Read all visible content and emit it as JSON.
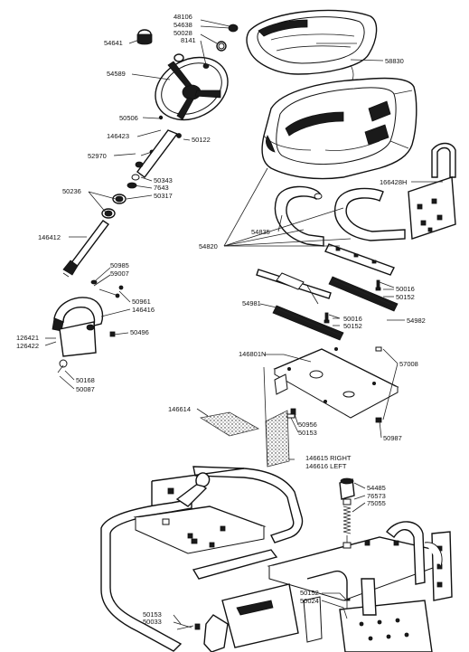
{
  "labels": {
    "p48106": "48106",
    "p54638": "54638",
    "p50028": "50028",
    "p8141": "8141",
    "p54641": "54641",
    "p58830": "58830",
    "p54589": "54589",
    "p50506": "50506",
    "p146423": "146423",
    "p50122": "50122",
    "p52970": "52970",
    "p50343": "50343",
    "p7643": "7643",
    "p50317": "50317",
    "p50236": "50236",
    "p166428H": "166428H",
    "p146412": "146412",
    "p54835": "54835",
    "p54820": "54820",
    "p50985": "50985",
    "p59007": "59007",
    "p50016a": "50016",
    "p50152a": "50152",
    "p50961": "50961",
    "p146416": "146416",
    "p54981": "54981",
    "p50016b": "50016",
    "p50152b": "50152",
    "p54982": "54982",
    "p50496": "50496",
    "p126421": "126421",
    "p126422": "126422",
    "p146801N": "146801N",
    "p57008": "57008",
    "p50168": "50168",
    "p50087": "50087",
    "p146614": "146614",
    "p50956": "50956",
    "p50153a": "50153",
    "p50987": "50987",
    "p146615": "146615 RIGHT",
    "p146616": "146616 LEFT",
    "p54485": "54485",
    "p76573": "76573",
    "p75055": "75055",
    "p50152c": "50152",
    "p50024": "50024",
    "p50153b": "50153",
    "p50033": "50033"
  }
}
